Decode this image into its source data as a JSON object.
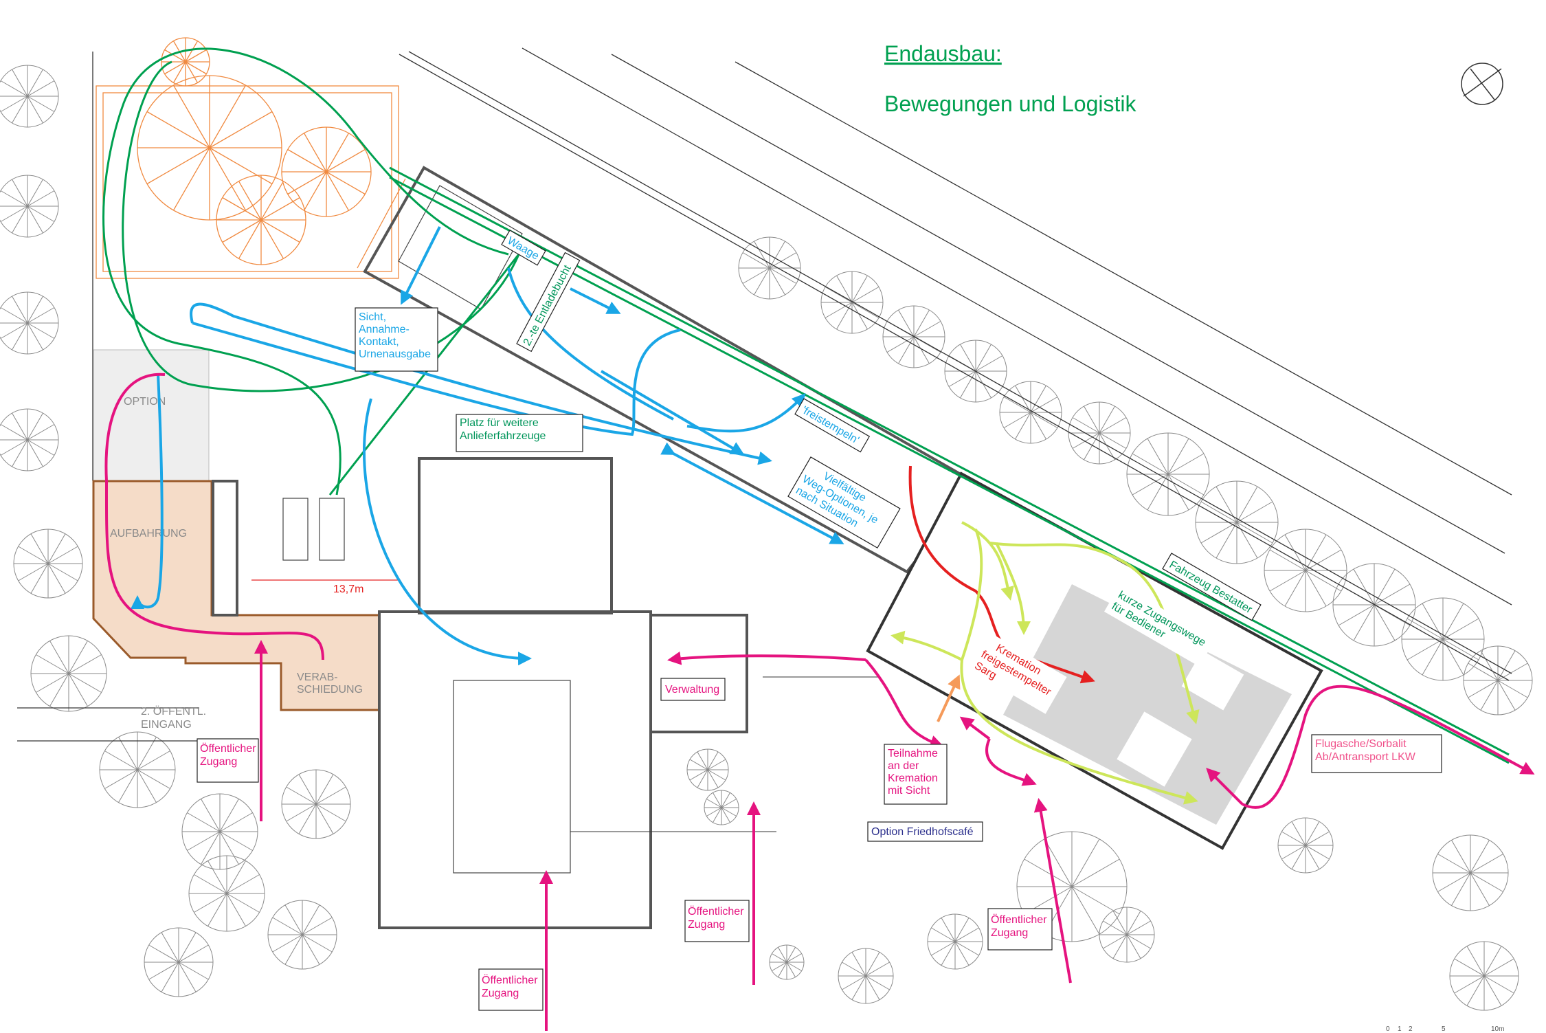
{
  "title": {
    "line1": "Endausbau:",
    "line2": "Bewegungen und Logistik"
  },
  "rooms": {
    "option": "OPTION",
    "aufbahrung": "AUFBAHRUNG",
    "verabschiedung": [
      "VERAB-",
      "SCHIEDUNG"
    ],
    "second_entrance": [
      "2. ÖFFENTL.",
      "EINGANG"
    ],
    "verwaltung": "Verwaltung",
    "friedhofscafe": "Option Friedhofscafé"
  },
  "dimension": "13,7m",
  "notes": {
    "waage": "Waage",
    "entladebucht": "2.-te Entladebucht",
    "sicht": [
      "Sicht,",
      "Annahme-",
      "Kontakt,",
      "Urnenausgabe"
    ],
    "platz": [
      "Platz für weitere",
      "Anlieferfahrzeuge"
    ],
    "freistempeln": "'freistempeln'",
    "vielfaeltige": [
      "Vielfältige",
      "Weg-Optionen, je",
      "nach Situation"
    ],
    "kremation": [
      "Kremation",
      "freigestempelter",
      "Sarg"
    ],
    "kurze_wege": [
      "kurze Zugangswege",
      "für Bediener"
    ],
    "fahrzeug": "Fahrzeug Bestatter",
    "teilnahme": [
      "Teilnahme",
      "an der",
      "Kremation",
      "mit Sicht"
    ],
    "flugasche": [
      "Flugasche/Sorbalit",
      "Ab/Antransport LKW"
    ]
  },
  "public_access": [
    "Öffentlicher",
    "Zugang"
  ],
  "scale_bar": [
    "0",
    "1",
    "2",
    "5",
    "10m"
  ],
  "colors": {
    "green": "#00a050",
    "blue": "#1aa6e6",
    "magenta": "#e5137f",
    "red": "#e52020",
    "lime": "#cde65a",
    "orange": "#f59a5a"
  }
}
